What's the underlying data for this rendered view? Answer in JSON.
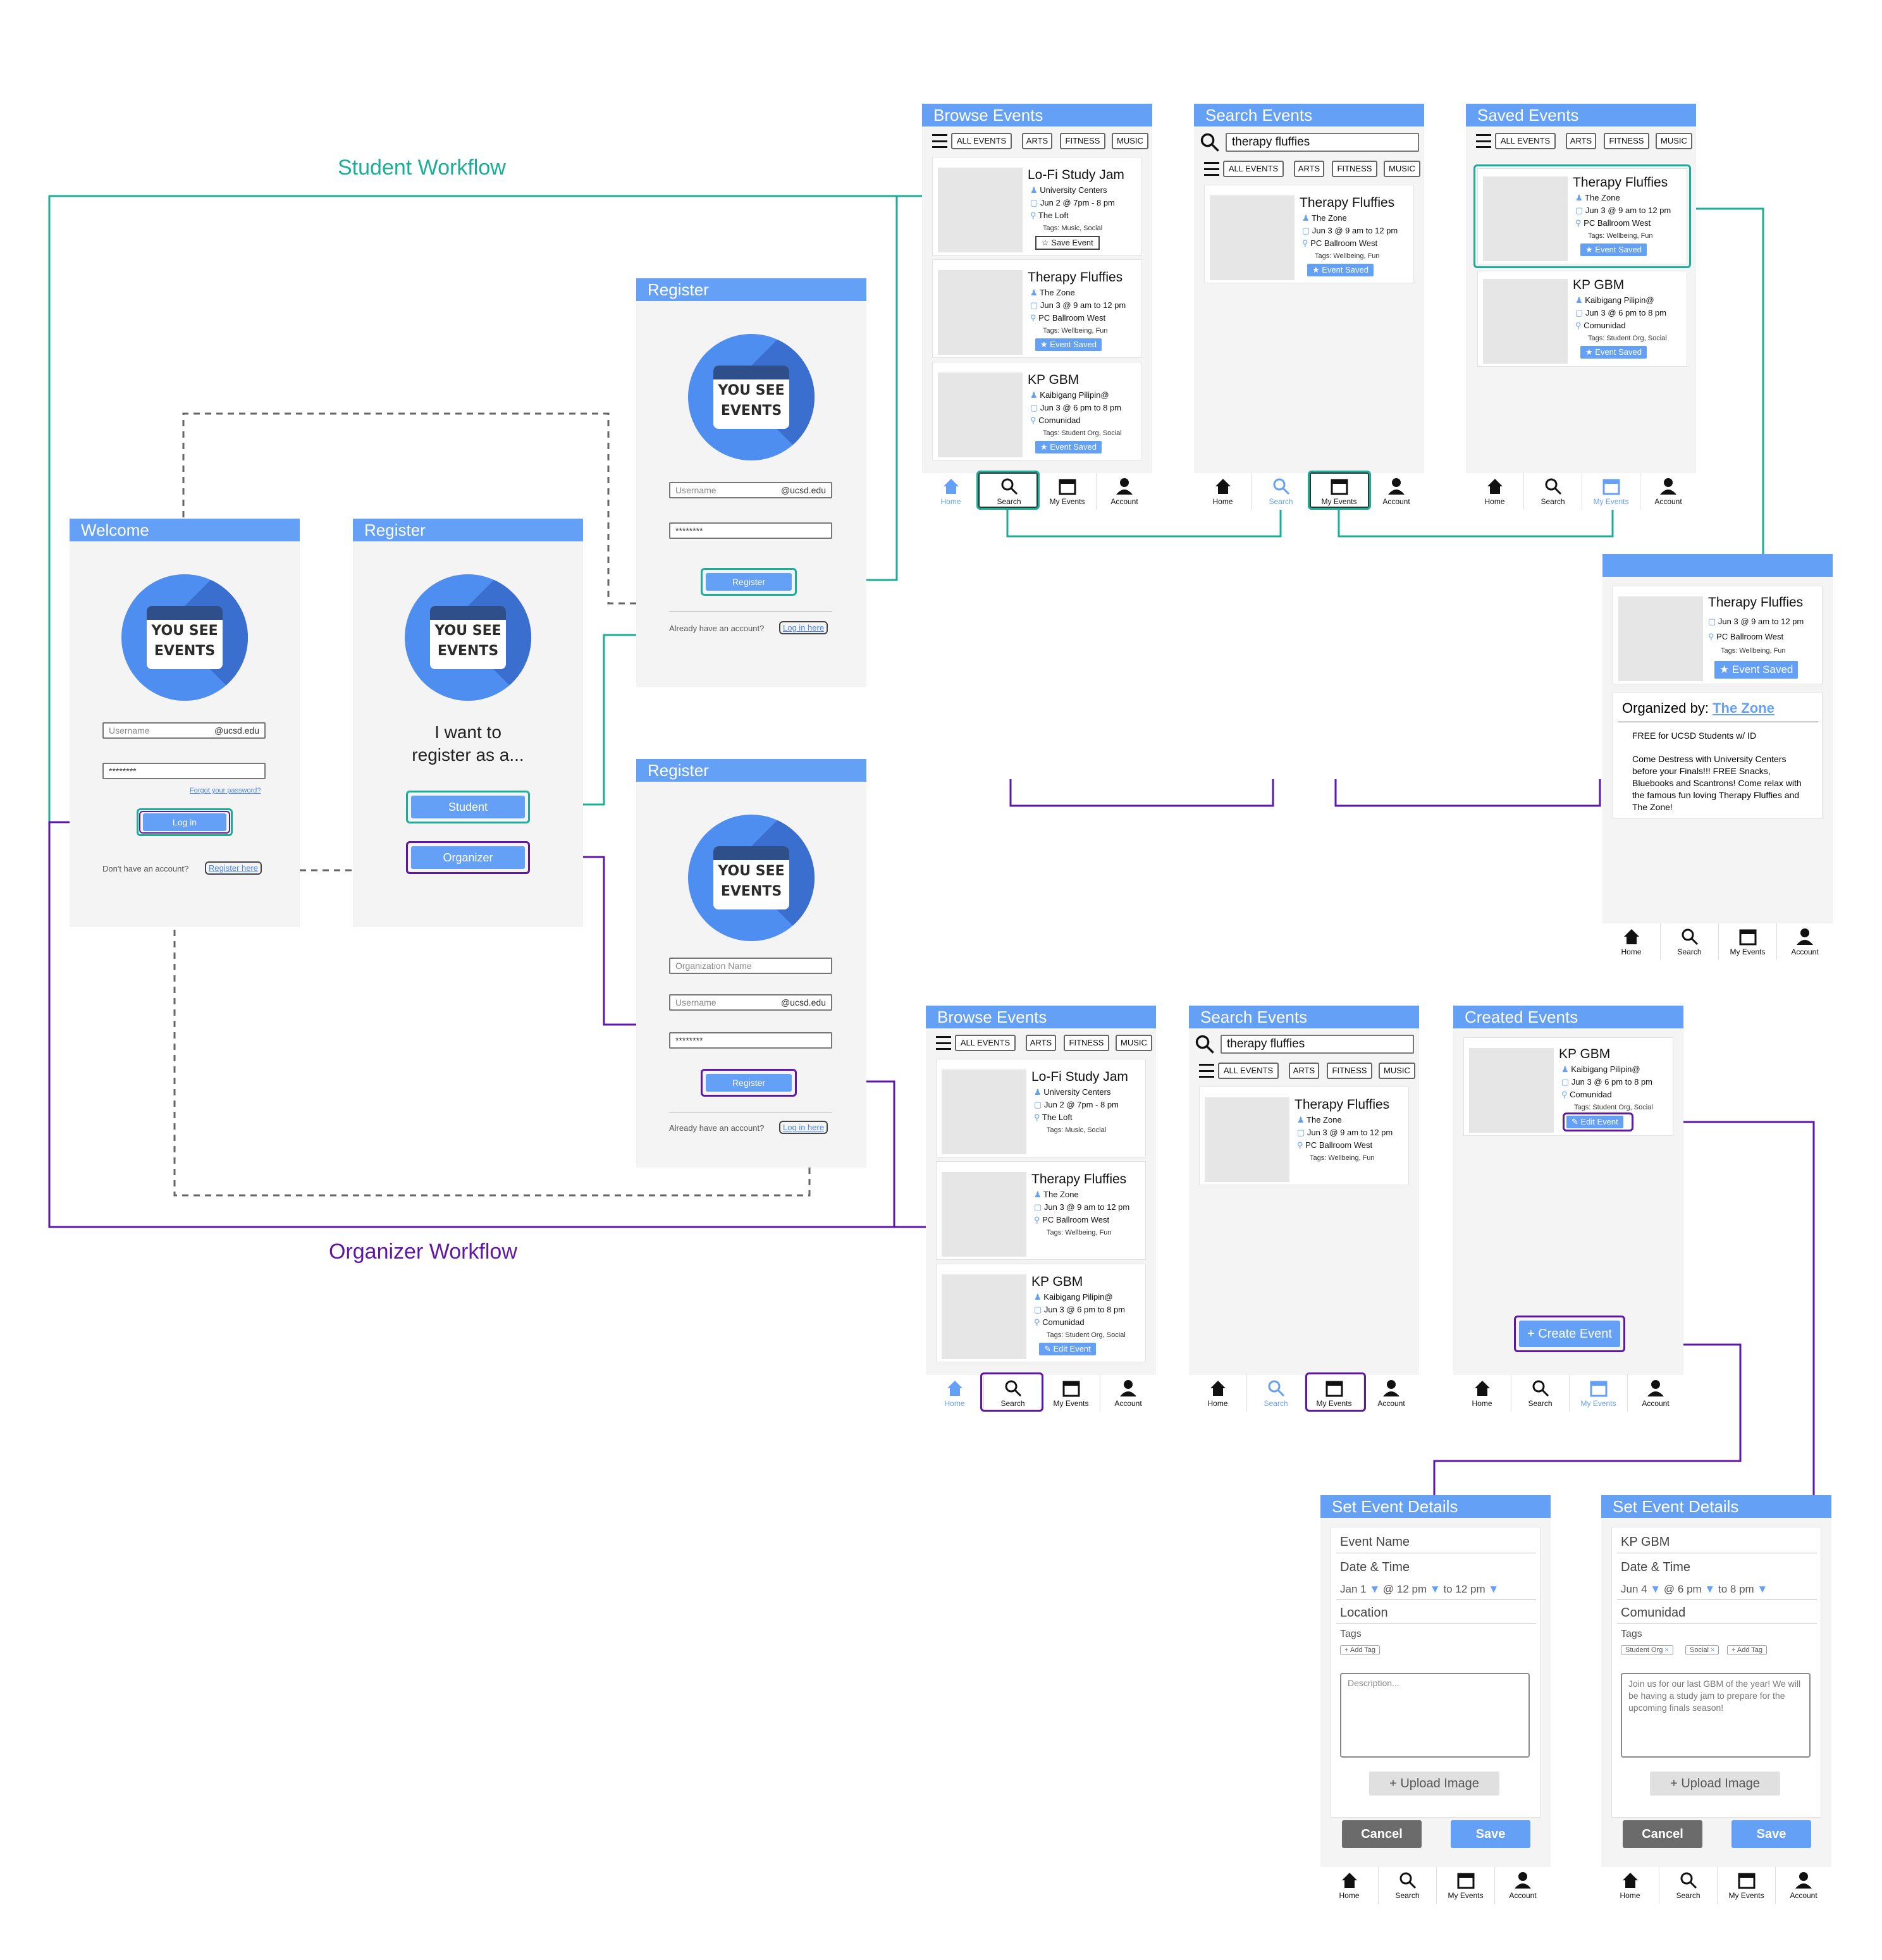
{
  "labels": {
    "student_workflow": "Student Workflow",
    "organizer_workflow": "Organizer Workflow"
  },
  "colors": {
    "accent": "#64a0f5",
    "student": "#1aae98",
    "organizer": "#5d16a8"
  },
  "welcome": {
    "title": "Welcome",
    "logo_line1": "YOU SEE",
    "logo_line2": "EVENTS",
    "username_placeholder": "Username",
    "domain": "@ucsd.edu",
    "password": "********",
    "forgot": "Forgot your password?",
    "login": "Log in",
    "no_account": "Don't have an account?",
    "register_here": "Register here"
  },
  "register_choice": {
    "title": "Register",
    "prompt_line1": "I want to",
    "prompt_line2": "register as a...",
    "student": "Student",
    "organizer": "Organizer"
  },
  "register_student": {
    "title": "Register",
    "username_placeholder": "Username",
    "domain": "@ucsd.edu",
    "password": "********",
    "register": "Register",
    "already": "Already have an account?",
    "login_here": "Log in here"
  },
  "register_org": {
    "title": "Register",
    "org_placeholder": "Organization Name",
    "username_placeholder": "Username",
    "domain": "@ucsd.edu",
    "password": "********",
    "register": "Register",
    "already": "Already have an account?",
    "login_here": "Log in here"
  },
  "chips": [
    "ALL EVENTS",
    "ARTS",
    "FITNESS",
    "MUSIC"
  ],
  "nav": [
    "Home",
    "Search",
    "My Events",
    "Account"
  ],
  "events": {
    "lofi": {
      "title": "Lo-Fi Study Jam",
      "org": "University Centers",
      "date": "Jun 2 @ 7pm - 8 pm",
      "loc": "The Loft",
      "tags": "Tags: Music, Social",
      "save": "Save Event"
    },
    "therapy": {
      "title": "Therapy Fluffies",
      "org": "The Zone",
      "date": "Jun 3 @ 9 am to 12 pm",
      "loc": "PC Ballroom West",
      "tags": "Tags: Wellbeing, Fun",
      "saved": "Event Saved"
    },
    "kp": {
      "title": "KP GBM",
      "org": "Kaibigang Pilipin@",
      "date": "Jun 3 @ 6 pm to 8 pm",
      "loc": "Comunidad",
      "tags": "Tags: Student Org, Social",
      "saved": "Event Saved",
      "edit": "Edit Event"
    }
  },
  "browse": {
    "title": "Browse Events"
  },
  "search": {
    "title": "Search Events",
    "query": "therapy fluffies"
  },
  "saved": {
    "title": "Saved Events"
  },
  "created": {
    "title": "Created Events",
    "create": "+ Create Event"
  },
  "detail": {
    "organized_by": "Organized by:",
    "org_link": "The Zone",
    "desc1": "FREE for UCSD Students w/ ID",
    "desc2": "Come Destress with University Centers before your Finals!!! FREE Snacks, Bluebooks and Scantrons! Come relax with the famous fun loving Therapy Fluffies and The Zone!"
  },
  "set_new": {
    "title": "Set Event Details",
    "name": "Event Name",
    "datetime": "Date & Time",
    "month": "Jan 1",
    "at": "@",
    "from": "12 pm",
    "to": "to",
    "until": "12 pm",
    "location": "Location",
    "tags": "Tags",
    "add_tag": "+ Add Tag",
    "desc": "Description...",
    "upload": "+ Upload Image",
    "cancel": "Cancel",
    "save": "Save"
  },
  "set_edit": {
    "title": "Set Event Details",
    "name": "KP GBM",
    "datetime": "Date & Time",
    "month": "Jun 4",
    "at": "@",
    "from": "6 pm",
    "to": "to",
    "until": "8 pm",
    "location": "Comunidad",
    "tags": "Tags",
    "tag1": "Student Org",
    "tag2": "Social",
    "add_tag": "+ Add Tag",
    "desc": "Join us for our last GBM of the year! We will be having a study jam to prepare for the upcoming finals season!",
    "upload": "+ Upload Image",
    "cancel": "Cancel",
    "save": "Save"
  }
}
